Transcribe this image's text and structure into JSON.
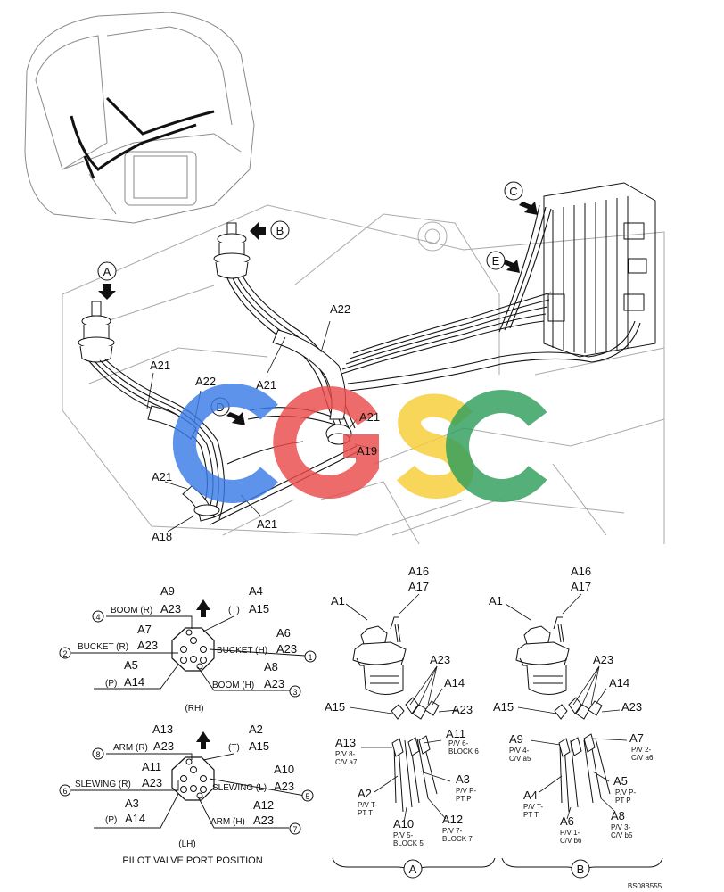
{
  "doc_code": "BS08B555",
  "watermark": {
    "letters": [
      "C",
      "G",
      "S",
      "C"
    ],
    "colors": [
      "#3a7be8",
      "#ea4b4b",
      "#f7cd36",
      "#2f9e5c"
    ]
  },
  "callouts": {
    "A": "A",
    "B": "B",
    "C": "C",
    "D": "D",
    "E": "E"
  },
  "harness_labels": {
    "a21_left": "A21",
    "a22_left": "A22",
    "a21_mid": "A21",
    "a22_mid": "A22",
    "a21_right": "A21",
    "a19": "A19",
    "a21_lower": "A21",
    "a21_bottom": "A21",
    "a18": "A18"
  },
  "rh": {
    "top_port": "A9",
    "top_hose": "A23",
    "top_name": "BOOM (R)",
    "top_num": "4",
    "tr_port": "A4",
    "tr_hose": "A15",
    "tr_name": "(T)",
    "l_port": "A7",
    "l_hose": "A23",
    "l_name": "BUCKET (R)",
    "l_num": "2",
    "r_port": "A6",
    "r_hose": "A23",
    "r_name": "BUCKET (H)",
    "r_num": "1",
    "bl_port": "A5",
    "bl_hose": "A14",
    "bl_name": "(P)",
    "br_port": "A8",
    "br_hose": "A23",
    "br_name": "BOOM (H)",
    "br_num": "3",
    "caption": "(RH)"
  },
  "lh": {
    "top_port": "A13",
    "top_hose": "A23",
    "top_name": "ARM (R)",
    "top_num": "8",
    "tr_port": "A2",
    "tr_hose": "A15",
    "tr_name": "(T)",
    "l_port": "A11",
    "l_hose": "A23",
    "l_name": "SLEWING (R)",
    "l_num": "6",
    "r_port": "A10",
    "r_hose": "A23",
    "r_name": "SLEWING (L)",
    "r_num": "5",
    "bl_port": "A3",
    "bl_hose": "A14",
    "bl_name": "(P)",
    "br_port": "A12",
    "br_hose": "A23",
    "br_name": "ARM (H)",
    "br_num": "7",
    "caption": "(LH)"
  },
  "port_title": "PILOT VALVE PORT POSITION",
  "detail_a": {
    "label": "A",
    "a16": "A16",
    "a17": "A17",
    "a1": "A1",
    "a23a": "A23",
    "a14": "A14",
    "a15": "A15",
    "a23b": "A23",
    "a13": "A13",
    "a13_sub1": "P/V 8-",
    "a13_sub2": "C/V a7",
    "a11": "A11",
    "a11_sub1": "P/V 6-",
    "a11_sub2": "BLOCK 6",
    "a3": "A3",
    "a3_sub1": "P/V P-",
    "a3_sub2": "PT P",
    "a2": "A2",
    "a2_sub1": "P/V T-",
    "a2_sub2": "PT T",
    "a10": "A10",
    "a10_sub1": "P/V 5-",
    "a10_sub2": "BLOCK 5",
    "a12": "A12",
    "a12_sub1": "P/V 7-",
    "a12_sub2": "BLOCK 7"
  },
  "detail_b": {
    "label": "B",
    "a16": "A16",
    "a17": "A17",
    "a1": "A1",
    "a23a": "A23",
    "a14": "A14",
    "a15": "A15",
    "a23b": "A23",
    "a9": "A9",
    "a9_sub1": "P/V 4-",
    "a9_sub2": "C/V a5",
    "a7": "A7",
    "a7_sub1": "P/V 2-",
    "a7_sub2": "C/V a6",
    "a5": "A5",
    "a5_sub1": "P/V P-",
    "a5_sub2": "PT P",
    "a4": "A4",
    "a4_sub1": "P/V T-",
    "a4_sub2": "PT T",
    "a6": "A6",
    "a6_sub1": "P/V 1-",
    "a6_sub2": "C/V b6",
    "a8": "A8",
    "a8_sub1": "P/V 3-",
    "a8_sub2": "C/V b5"
  }
}
